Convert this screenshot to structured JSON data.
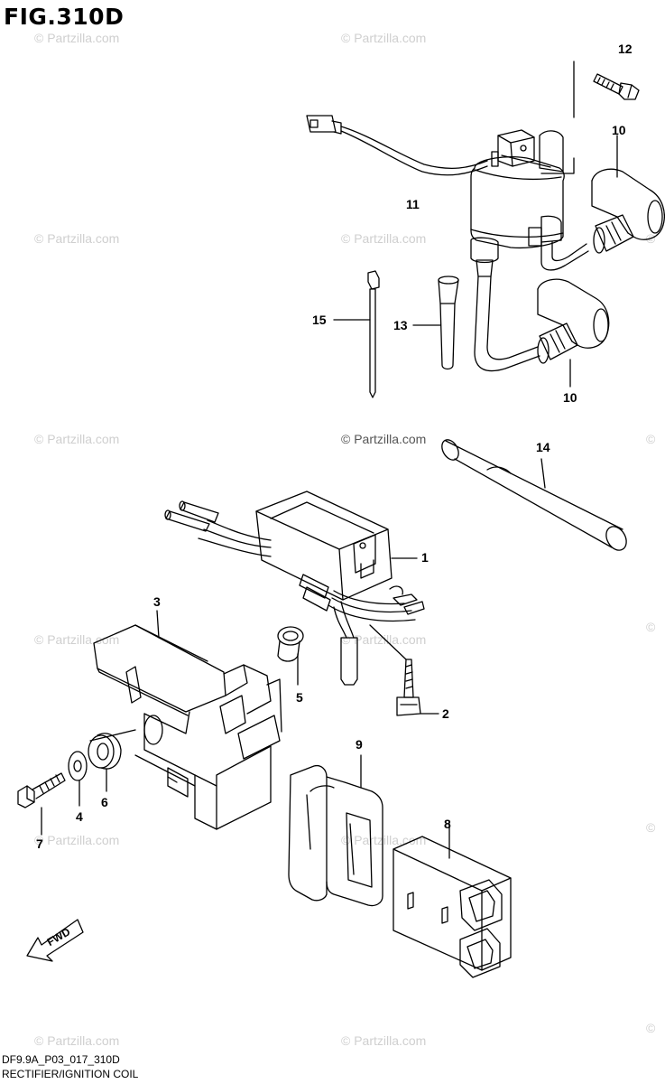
{
  "figure": {
    "title": "FIG.310D"
  },
  "watermark": {
    "text": "© Partzilla.com",
    "short": "©"
  },
  "callouts": {
    "c1": "1",
    "c2": "2",
    "c3": "3",
    "c4": "4",
    "c5": "5",
    "c6": "6",
    "c7": "7",
    "c8": "8",
    "c9": "9",
    "c10a": "10",
    "c10b": "10",
    "c11": "11",
    "c12": "12",
    "c13": "13",
    "c14": "14",
    "c15": "15"
  },
  "direction_arrow": {
    "label": "FWD"
  },
  "footer": {
    "code": "DF9.9A_P03_017_310D",
    "name": "RECTIFIER/IGNITION COIL"
  }
}
